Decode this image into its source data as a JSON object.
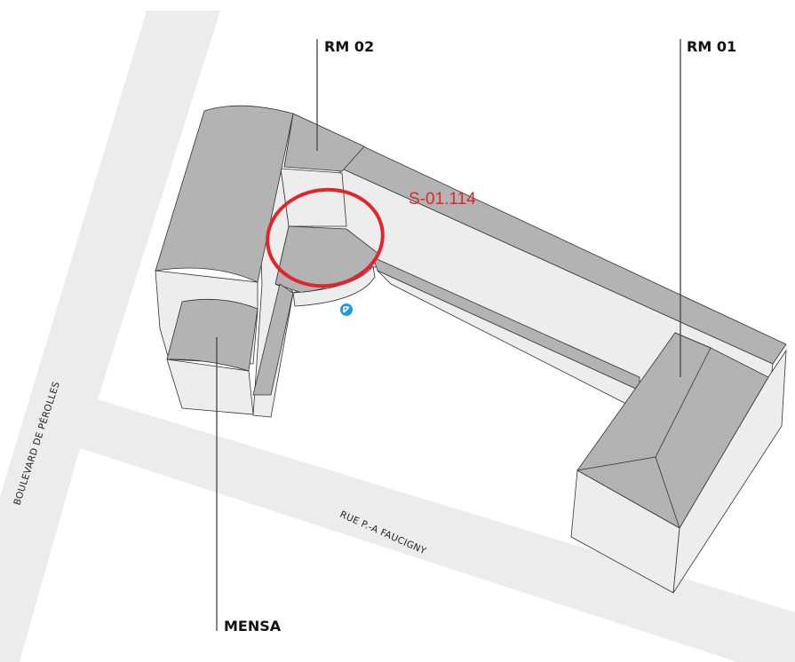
{
  "labels": {
    "rm02": "RM 02",
    "rm01": "RM 01",
    "mensa": "MENSA",
    "room": "S-01.114"
  },
  "streets": {
    "boulevard": "BOULEVARD DE PÉROLLES",
    "rue": "RUE P.-A FAUCIGNY"
  },
  "icons": {
    "entrance": "arrow-up-left-circle-icon",
    "highlight": "red-ellipse-marker"
  },
  "colors": {
    "highlight": "#e0262b",
    "entrance": "#1e9be0",
    "roof": "#b3b3b3",
    "wall": "#ededed",
    "road": "#ececec"
  }
}
